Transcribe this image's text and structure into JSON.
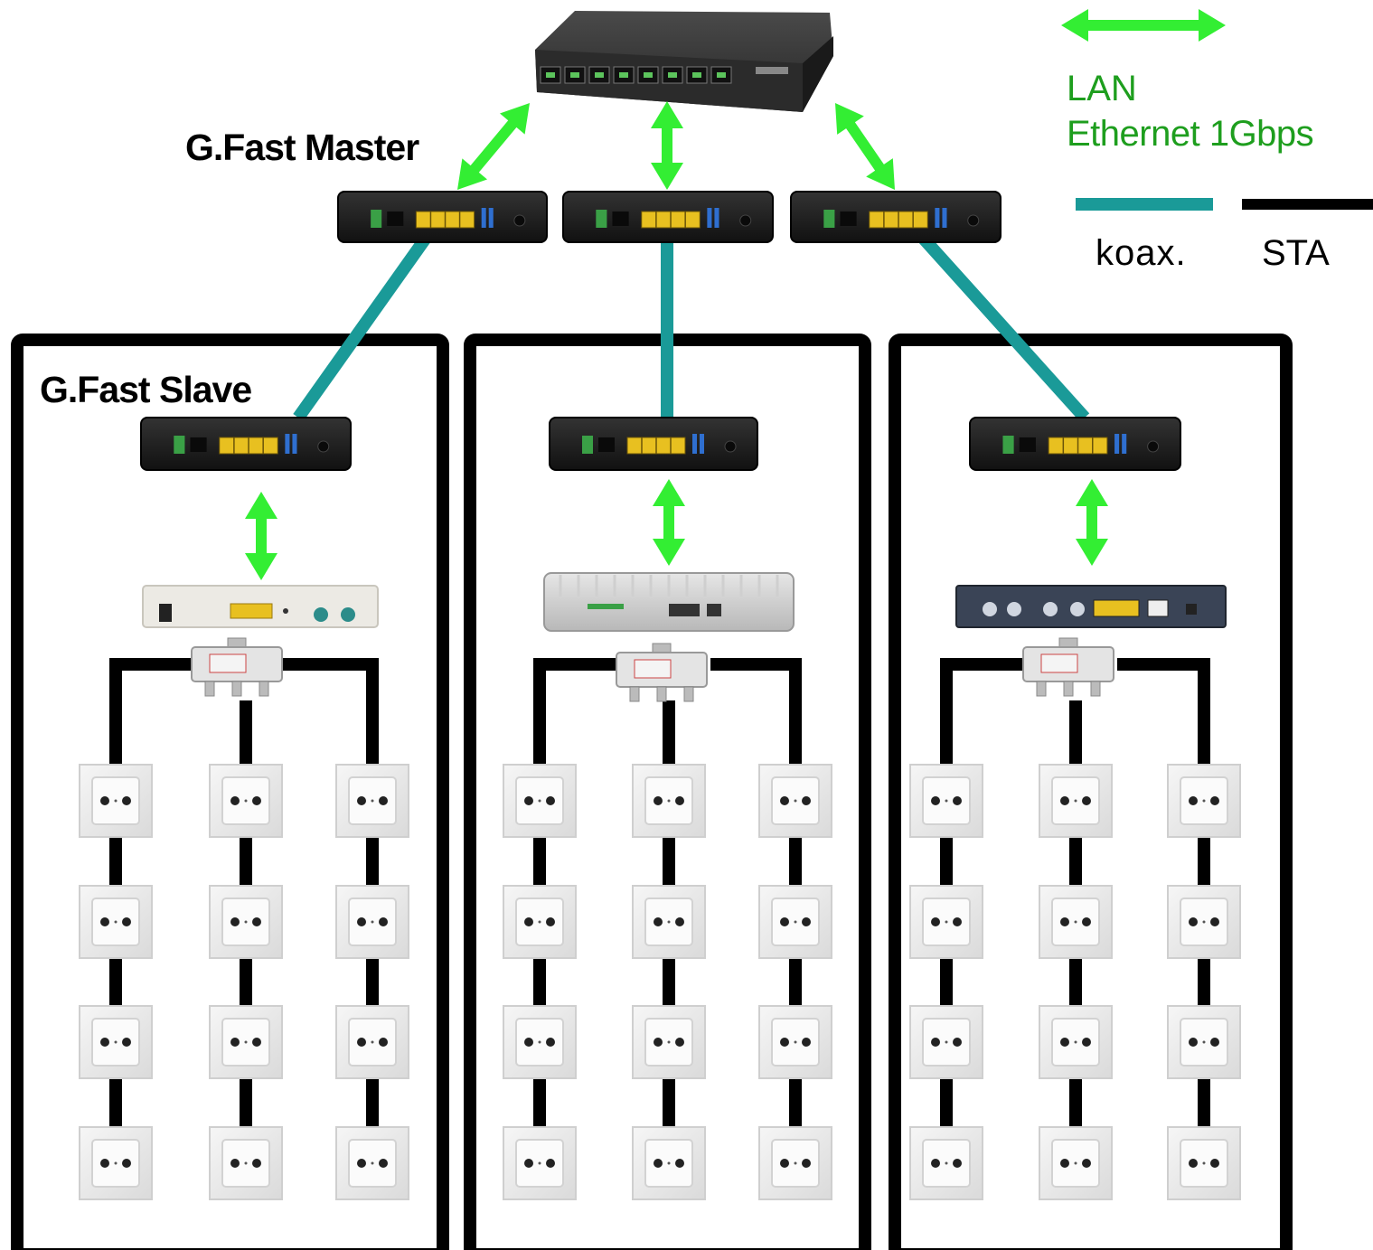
{
  "labels": {
    "master": "G.Fast Master",
    "slave": "G.Fast Slave"
  },
  "legend": {
    "lan_line1": "LAN",
    "lan_line2": "Ethernet 1Gbps",
    "koax": "koax.",
    "sta": "STA"
  },
  "colors": {
    "lan_arrow": "#33ee33",
    "lan_text": "#1e9e1e",
    "coax": "#1a9a98",
    "sta": "#000000",
    "device_body": "#1c1c1c",
    "port_yellow": "#e8c020",
    "port_green": "#3aa046",
    "port_blue": "#2f6fd0"
  },
  "switch": {
    "port_count": 8
  },
  "buildings": [
    {
      "outlet_columns": 3,
      "outlets_per_column": 4,
      "cpe": "white-modem"
    },
    {
      "outlet_columns": 3,
      "outlets_per_column": 4,
      "cpe": "silver-router"
    },
    {
      "outlet_columns": 3,
      "outlets_per_column": 4,
      "cpe": "dark-blue-modem"
    }
  ]
}
